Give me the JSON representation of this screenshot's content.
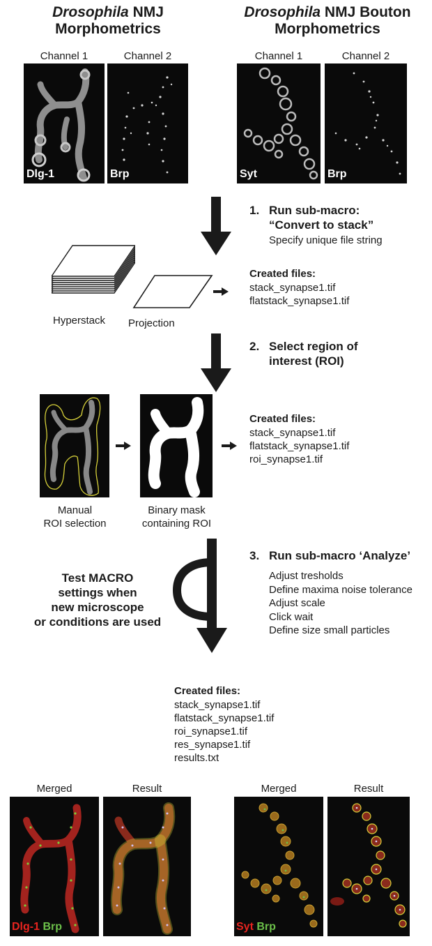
{
  "titles": {
    "left_italic": "Drosophila",
    "left_rest": " NMJ",
    "left_line2": "Morphometrics",
    "right_italic": "Drosophila",
    "right_rest": " NMJ Bouton",
    "right_line2": "Morphometrics"
  },
  "channels": {
    "left_ch1": "Channel 1",
    "left_ch2": "Channel 2",
    "right_ch1": "Channel 1",
    "right_ch2": "Channel 2"
  },
  "panel_tags": {
    "dlg": "Dlg-1",
    "brp": "Brp",
    "syt": "Syt",
    "brp2": "Brp"
  },
  "step1": {
    "number": "1.",
    "title_line1": "Run sub-macro:",
    "title_line2": "“Convert to stack”",
    "sub": "Specify unique file string"
  },
  "stack_labels": {
    "hyperstack": "Hyperstack",
    "projection": "Projection"
  },
  "files1": {
    "heading": "Created files:",
    "items": [
      "stack_synapse1.tif",
      "flatstack_synapse1.tif"
    ]
  },
  "step2": {
    "number": "2.",
    "title_line1": "Select region of",
    "title_line2": "interest (ROI)"
  },
  "roi_labels": {
    "manual_l1": "Manual",
    "manual_l2": "ROI selection",
    "binary_l1": "Binary mask",
    "binary_l2": "containing ROI"
  },
  "files2": {
    "heading": "Created files:",
    "items": [
      "stack_synapse1.tif",
      "flatstack_synapse1.tif",
      "roi_synapse1.tif"
    ]
  },
  "step3": {
    "number": "3.",
    "title": "Run sub-macro ‘Analyze’",
    "items": [
      "Adjust tresholds",
      "Define maxima noise tolerance",
      "Adjust scale",
      "Click wait",
      "Define size small particles"
    ]
  },
  "test_note": {
    "lines": [
      "Test MACRO",
      "settings when",
      "new microscope",
      "or conditions are used"
    ]
  },
  "files3": {
    "heading": "Created files:",
    "items": [
      "stack_synapse1.tif",
      "flatstack_synapse1.tif",
      "roi_synapse1.tif",
      "res_synapse1.tif",
      "results.txt"
    ]
  },
  "bottom": {
    "left_merged": "Merged",
    "left_result": "Result",
    "right_merged": "Merged",
    "right_result": "Result",
    "tag_dlg": "Dlg-1",
    "tag_brp_l": "Brp",
    "tag_syt": "Syt",
    "tag_brp_r": "Brp"
  },
  "colors": {
    "red_tag": "#e8241f",
    "green_tag": "#6cc04a",
    "roi_outline": "#d8d23a"
  }
}
